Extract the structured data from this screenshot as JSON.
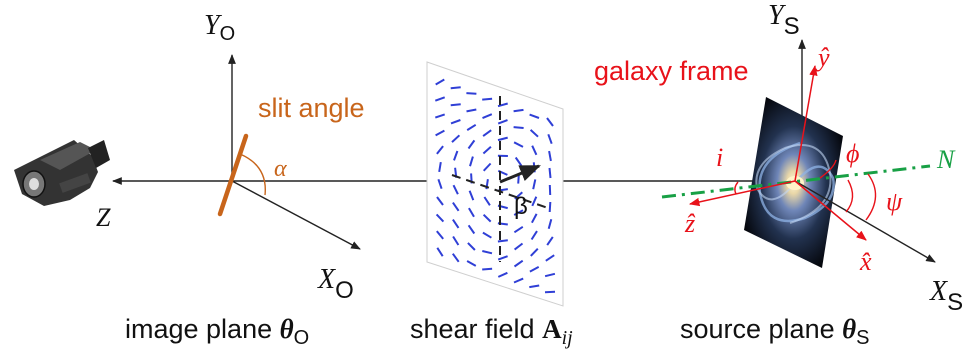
{
  "colors": {
    "axis": "#222222",
    "slit": "#c8651b",
    "red": "#e8121a",
    "green": "#18a045",
    "shear": "#2f3fd6",
    "text": "#111111"
  },
  "observer": {
    "icon": "telescope-icon",
    "z_label": "Z",
    "y_label": "Y",
    "y_sub": "O",
    "x_label": "X",
    "x_sub": "O"
  },
  "slit": {
    "title": "slit angle",
    "angle_symbol": "α"
  },
  "shear": {
    "angle_symbol": "β"
  },
  "source": {
    "y_label": "Y",
    "y_sub": "S",
    "x_label": "X",
    "x_sub": "S",
    "title": "galaxy frame",
    "y_hat": "ŷ",
    "x_hat": "x̂",
    "z_hat": "ẑ",
    "incl": "i",
    "phi": "ϕ",
    "psi": "ψ",
    "node_label": "N",
    "galaxy_icon": "spiral-galaxy-image"
  },
  "captions": {
    "image_plane": "image plane",
    "image_plane_sym": "θ",
    "image_plane_sub": "O",
    "shear_field": "shear field",
    "shear_field_sym": "A",
    "shear_field_sub": "ij",
    "source_plane": "source plane",
    "source_plane_sym": "θ",
    "source_plane_sub": "S"
  }
}
